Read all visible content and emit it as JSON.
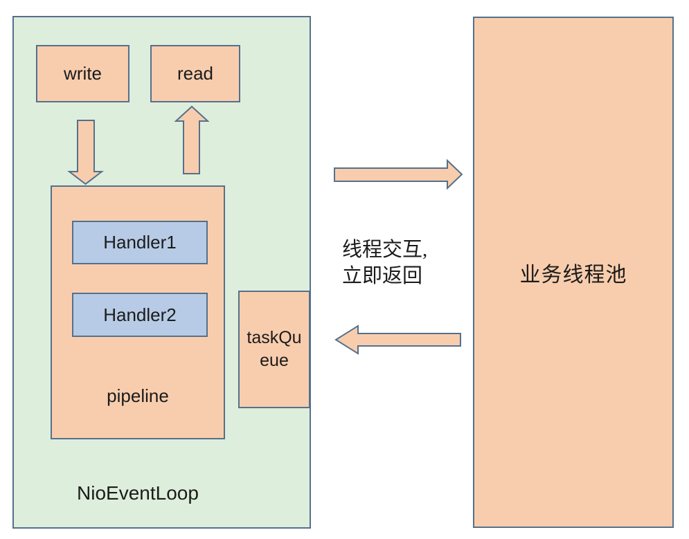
{
  "colors": {
    "canvas-bg": "#ffffff",
    "green-fill": "#deeedc",
    "peach-fill": "#f8cdad",
    "blue-fill": "#b7cbe6",
    "stroke": "#54708c",
    "text": "#1b1b1b"
  },
  "nio_event_loop": {
    "title": "NioEventLoop",
    "write_label": "write",
    "read_label": "read",
    "pipeline": {
      "label": "pipeline",
      "handlers": [
        {
          "label": "Handler1"
        },
        {
          "label": "Handler2"
        }
      ]
    },
    "task_queue_label": "taskQueue"
  },
  "thread_pool": {
    "title": "业务线程池"
  },
  "interaction_note": {
    "lines": [
      "线程交互,",
      "立即返回"
    ]
  },
  "arrows": [
    {
      "name": "write-to-pipeline",
      "direction": "down"
    },
    {
      "name": "pipeline-to-read",
      "direction": "up"
    },
    {
      "name": "eventloop-to-threadpool",
      "direction": "right"
    },
    {
      "name": "threadpool-to-eventloop",
      "direction": "left"
    }
  ]
}
